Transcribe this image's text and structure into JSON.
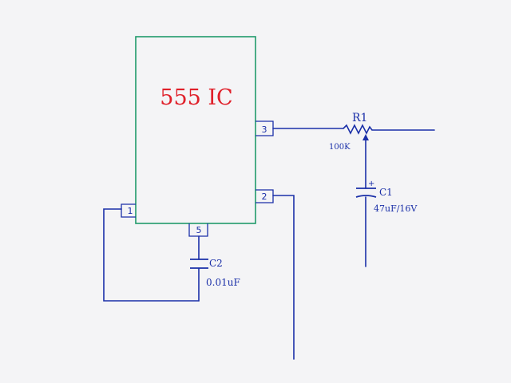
{
  "ic": {
    "label": "555 IC",
    "pins": {
      "p1": "1",
      "p2": "2",
      "p3": "3",
      "p5": "5"
    }
  },
  "r1": {
    "name": "R1",
    "value": "100K"
  },
  "c1": {
    "name": "C1",
    "value": "47uF/16V",
    "polarity": "+"
  },
  "c2": {
    "name": "C2",
    "value": "0.01uF"
  },
  "colors": {
    "ink": "#1a2fa8",
    "ic_outline": "#1f9a6a",
    "ic_label": "#e0202a",
    "paper": "#f4f4f6"
  }
}
